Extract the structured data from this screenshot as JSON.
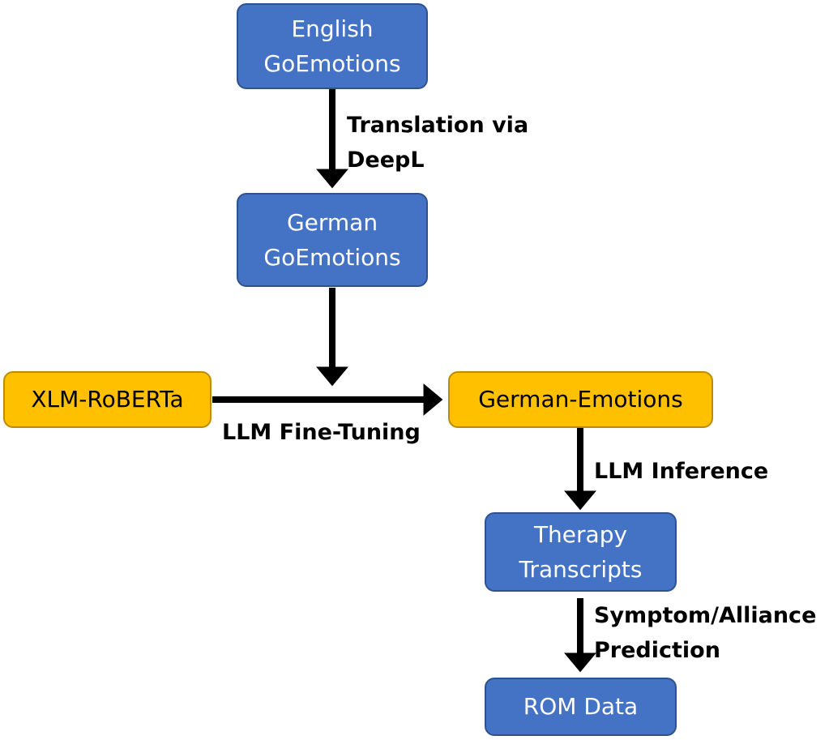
{
  "nodes": {
    "english": "English\nGoEmotions",
    "german": "German\nGoEmotions",
    "xlm": "XLM-RoBERTa",
    "german_emotions": "German-Emotions",
    "therapy": "Therapy\nTranscripts",
    "rom": "ROM Data"
  },
  "edges": {
    "translation": "Translation via\nDeepL",
    "finetuning": "LLM Fine-Tuning",
    "inference": "LLM Inference",
    "prediction": "Symptom/Alliance\nPrediction"
  },
  "colors": {
    "blue_fill": "#4472c4",
    "blue_border": "#2f528f",
    "gold_fill": "#ffc000",
    "gold_border": "#bc8c00",
    "arrow": "#000000"
  }
}
